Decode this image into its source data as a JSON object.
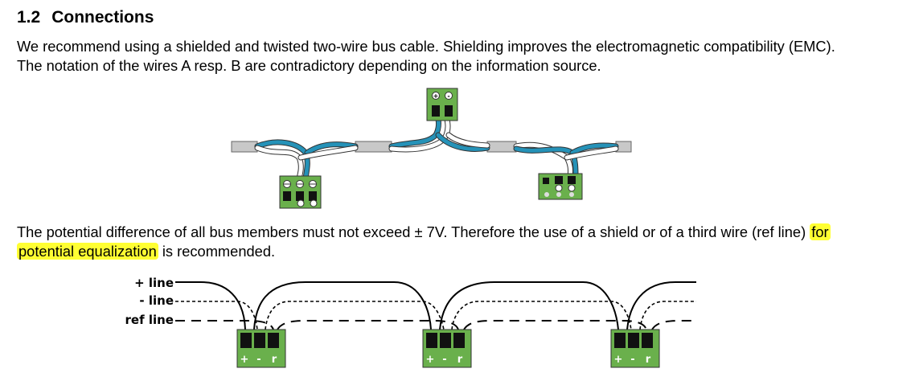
{
  "section": {
    "number": "1.2",
    "title": "Connections"
  },
  "intro": {
    "line1": "We recommend using a shielded and twisted two-wire bus cable. Shielding improves the electromagnetic compatibility (EMC).",
    "line2": "The notation of the wires A resp. B are contradictory depending on the information source."
  },
  "equalization": {
    "line1_a": "The potential difference of all bus members must not exceed ± 7V. Therefore the use of a shield or of a third wire (ref line)",
    "line1_hl": "for",
    "line2_hl": "potential equalization",
    "line2_b": " is recommended."
  },
  "diagram": {
    "plus_line": "+ line",
    "minus_line": "- line",
    "ref_line": "ref line",
    "terminal_labels": [
      "+",
      "-",
      "r"
    ]
  },
  "colors": {
    "terminal_green": "#6ab04c",
    "wire_blue": "#2592b8",
    "cable_gray": "#c8c8c8",
    "highlight": "#ffff33"
  }
}
